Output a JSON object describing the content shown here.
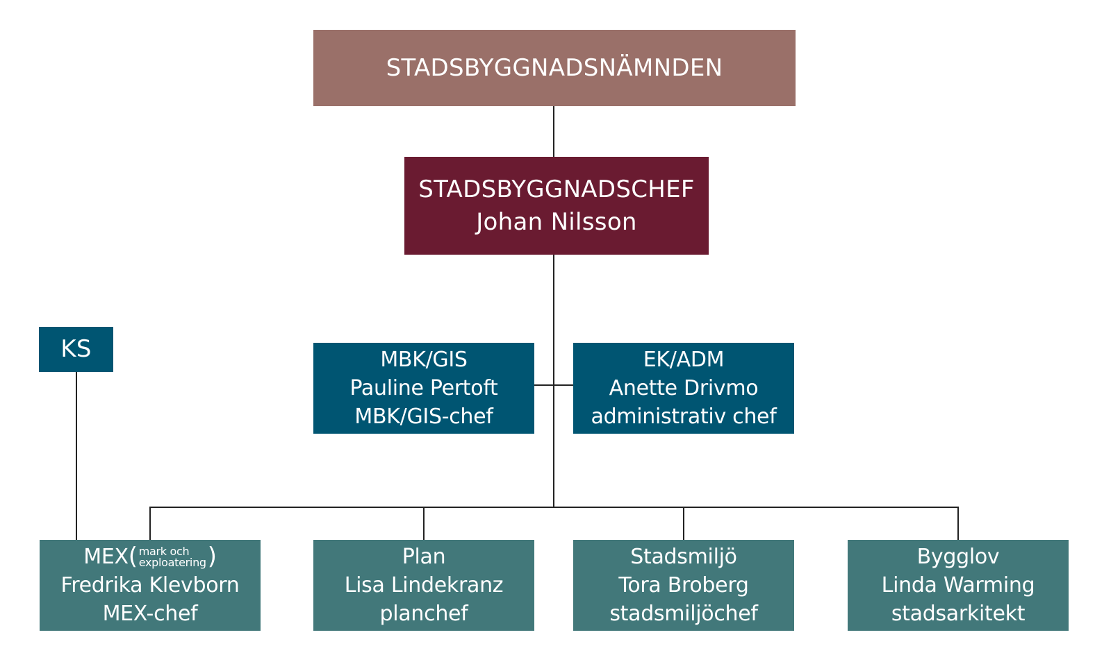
{
  "board": {
    "title": "STADSBYGGNADSNÄMNDEN"
  },
  "chief": {
    "title": "STADSBYGGNADSCHEF",
    "name": "Johan Nilsson"
  },
  "ks": {
    "label": "KS"
  },
  "staff": [
    {
      "unit": "MBK/GIS",
      "name": "Pauline Pertoft",
      "role": "MBK/GIS-chef"
    },
    {
      "unit": "EK/ADM",
      "name": "Anette Drivmo",
      "role": "administrativ chef"
    }
  ],
  "units": [
    {
      "unit": "MEX",
      "unit_paren_open": "(",
      "unit_note_1": "mark och",
      "unit_note_2": "exploatering",
      "unit_paren_close": ")",
      "name": "Fredrika Klevborn",
      "role": "MEX-chef"
    },
    {
      "unit": "Plan",
      "name": "Lisa Lindekranz",
      "role": "planchef"
    },
    {
      "unit": "Stadsmiljö",
      "name": "Tora Broberg",
      "role": "stadsmiljöchef"
    },
    {
      "unit": "Bygglov",
      "name": "Linda Warming",
      "role": "stadsarkitekt"
    }
  ],
  "colors": {
    "board": "#9a7069",
    "chief": "#6a1b31",
    "staff": "#005572",
    "units": "#42787a",
    "connector": "#222222"
  }
}
